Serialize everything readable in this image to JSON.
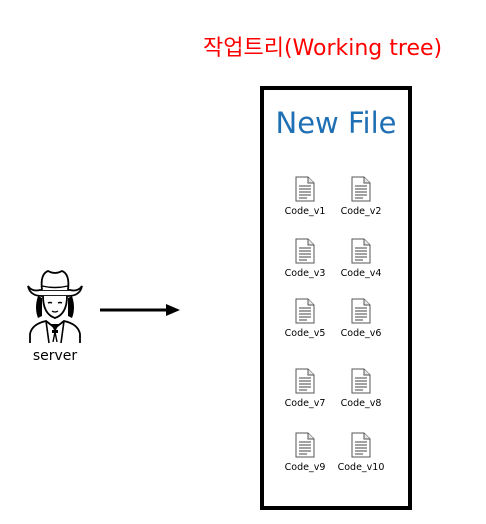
{
  "title": "작업트리(Working tree)",
  "panel": {
    "title": "New File"
  },
  "server": {
    "label": "server",
    "icon": "cowboy-person-icon"
  },
  "files": [
    {
      "name": "Code_v1",
      "icon": "document-icon"
    },
    {
      "name": "Code_v2",
      "icon": "document-icon"
    },
    {
      "name": "Code_v3",
      "icon": "document-icon"
    },
    {
      "name": "Code_v4",
      "icon": "document-icon"
    },
    {
      "name": "Code_v5",
      "icon": "document-icon"
    },
    {
      "name": "Code_v6",
      "icon": "document-icon"
    },
    {
      "name": "Code_v7",
      "icon": "document-icon"
    },
    {
      "name": "Code_v8",
      "icon": "document-icon"
    },
    {
      "name": "Code_v9",
      "icon": "document-icon"
    },
    {
      "name": "Code_v10",
      "icon": "document-icon"
    }
  ],
  "colors": {
    "title": "#ff0000",
    "panel_title": "#1f6fb5",
    "border": "#000000"
  }
}
